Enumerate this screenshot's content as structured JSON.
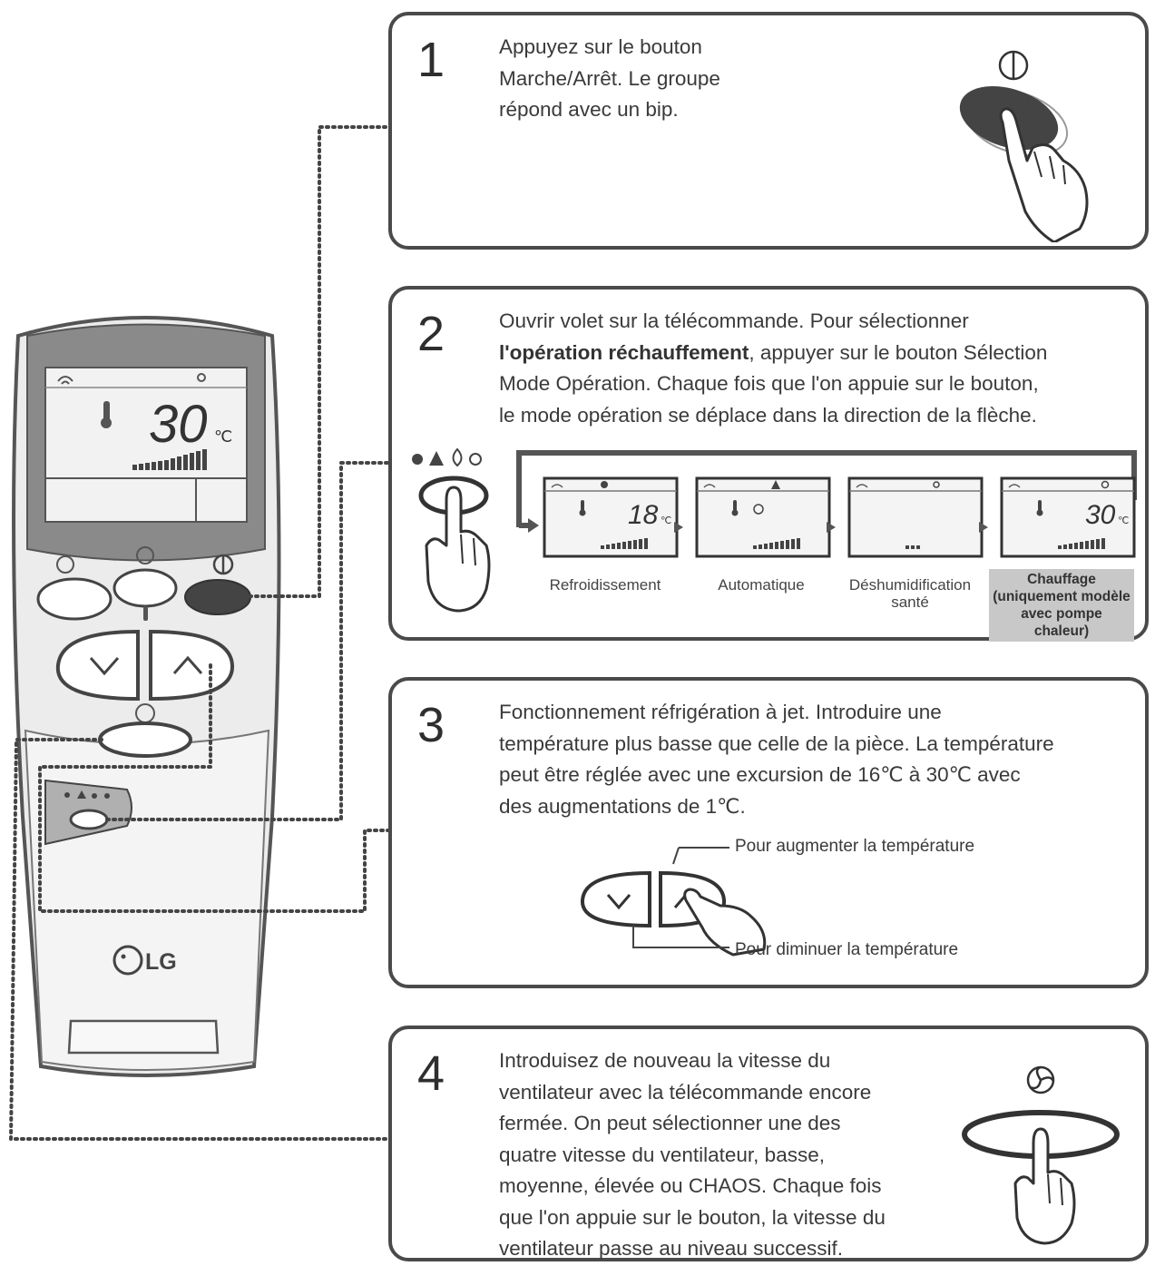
{
  "steps": [
    {
      "number": "1",
      "lines": [
        "Appuyez sur le bouton",
        "Marche/Arrêt. Le groupe",
        "répond avec un bip."
      ]
    },
    {
      "number": "2",
      "line1": "Ouvrir volet sur la télécommande. Pour sélectionner",
      "line2_bold": "l'opération réchauffement",
      "line2_rest": ", appuyer sur le bouton Sélection",
      "line3": "Mode Opération. Chaque fois que l'on appuie sur le bouton,",
      "line4": "le mode opération se déplace dans la direction de la flèche."
    },
    {
      "number": "3",
      "lines": [
        "Fonctionnement réfrigération à jet. Introduire une",
        "température plus basse que celle de la pièce. La température",
        "peut être réglée avec une excursion de 16℃ à 30℃ avec",
        "des augmentations de 1℃."
      ],
      "callout_up": "Pour augmenter la température",
      "callout_down": "Pour diminuer la température"
    },
    {
      "number": "4",
      "lines": [
        "Introduisez de nouveau la vitesse du",
        "ventilateur avec la télécommande encore",
        "fermée. On peut sélectionner une des",
        "quatre vitesse du ventilateur, basse,",
        "moyenne, élevée ou CHAOS. Chaque fois",
        "que l'on appuie sur le bouton, la vitesse du",
        "ventilateur passe au niveau successif."
      ]
    }
  ],
  "modes": [
    {
      "label_lines": [
        "Refroidissement"
      ],
      "display_value": "18",
      "unit": "℃"
    },
    {
      "label_lines": [
        "Automatique"
      ]
    },
    {
      "label_lines": [
        "Déshumidification",
        "santé"
      ]
    },
    {
      "label_lines": [
        "Chauffage",
        "(uniquement modèle",
        "avec pompe chaleur)"
      ],
      "display_value": "30",
      "unit": "℃"
    }
  ],
  "remote": {
    "display_temp": "30",
    "display_unit": "℃",
    "brand": "LG"
  },
  "colors": {
    "panel_border": "#4a4a4a",
    "dots": "#444444",
    "remote_body": "#ececec",
    "remote_screen_frame": "#8a8a8a",
    "lcd": "#f2f2f2",
    "highlight": "#c8c8c8"
  }
}
